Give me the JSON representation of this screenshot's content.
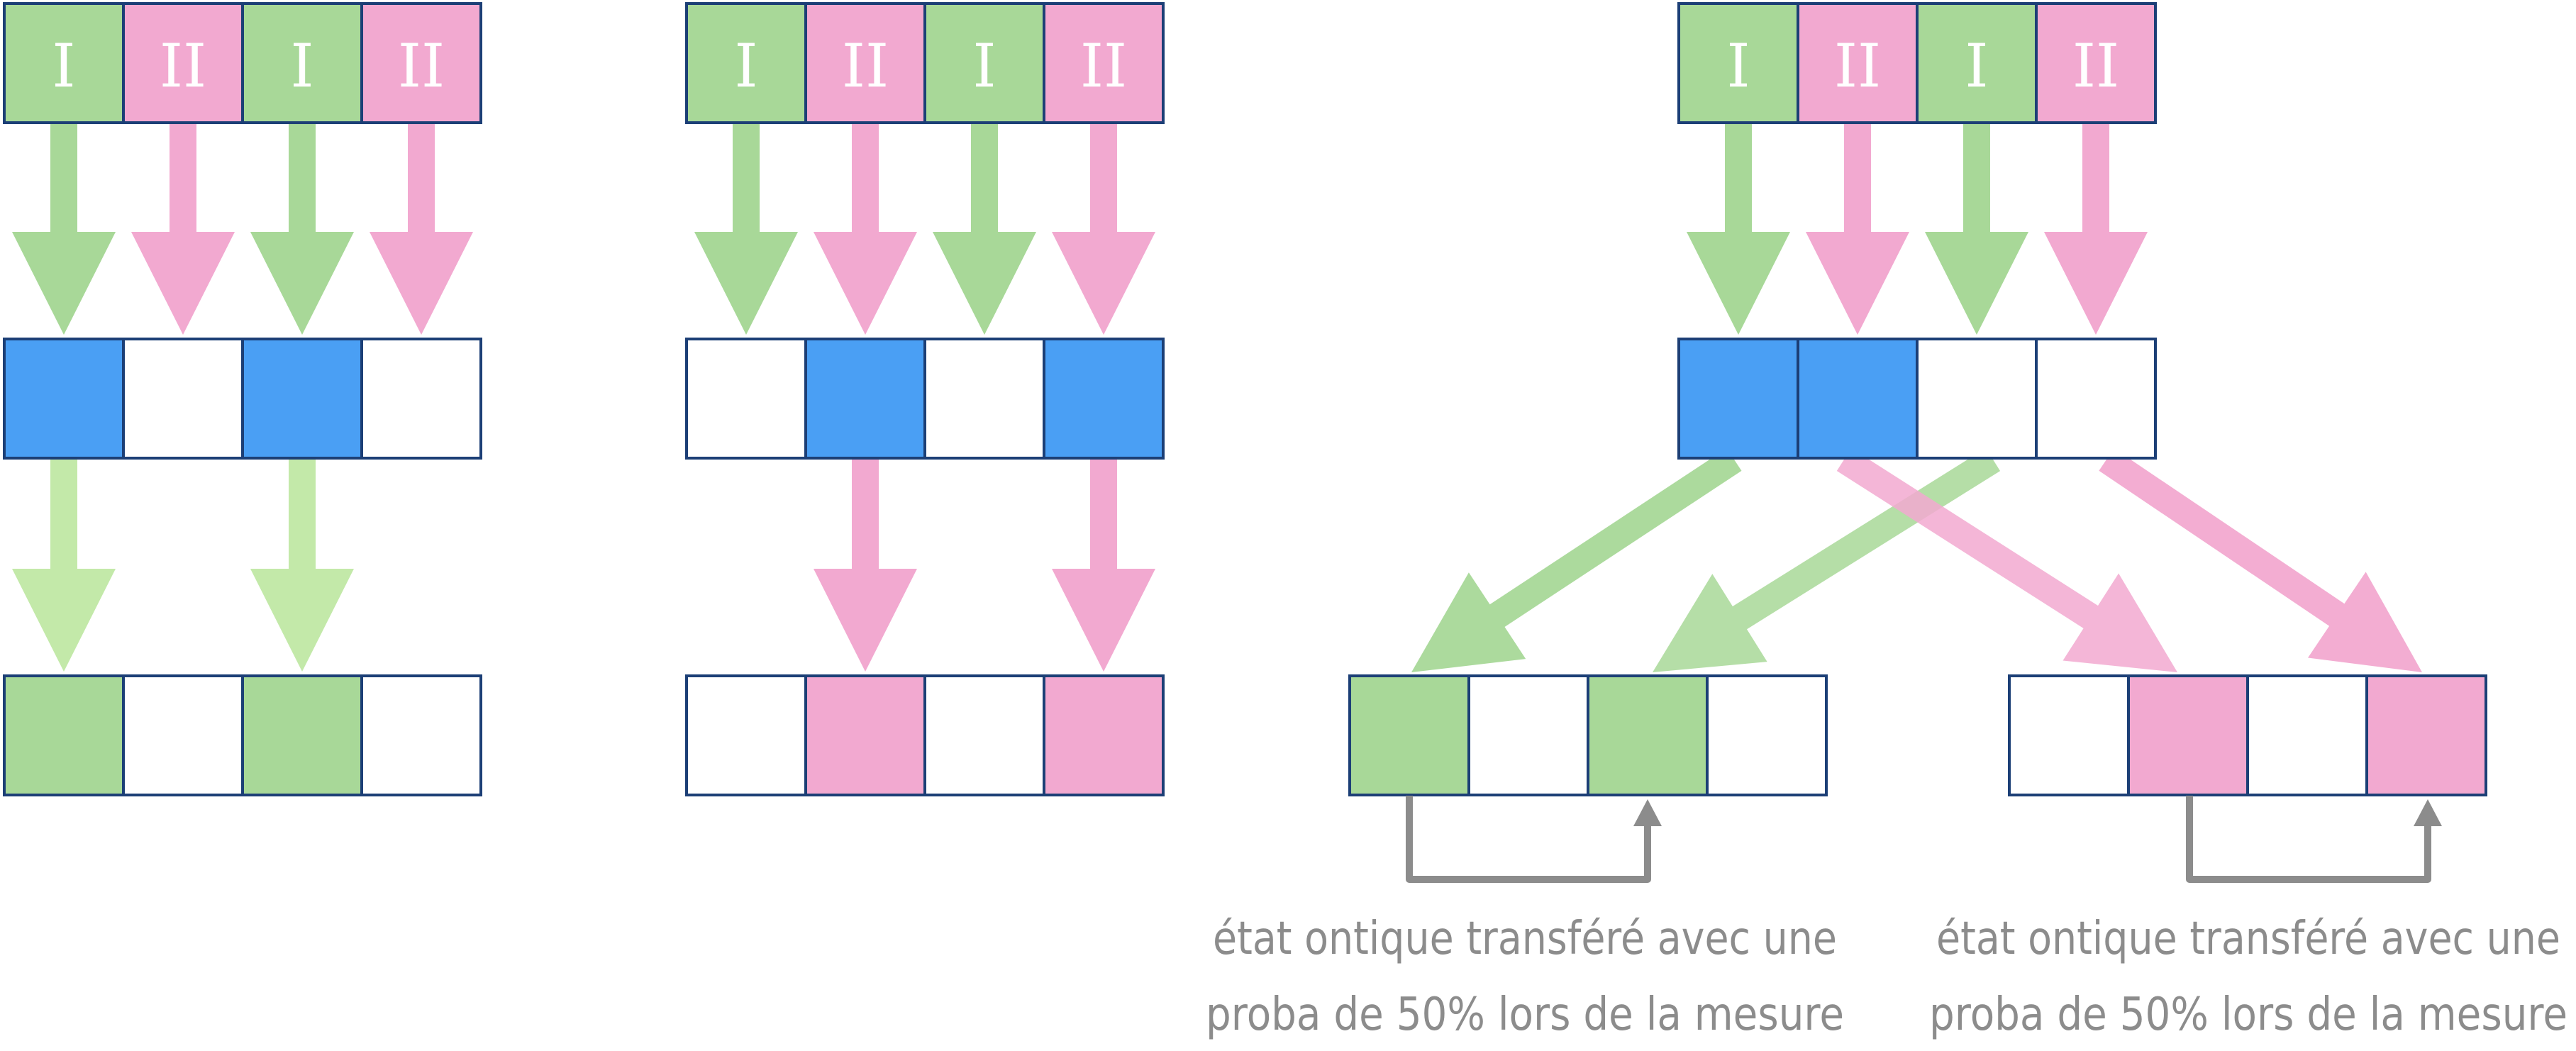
{
  "colors": {
    "green": "#a8d898",
    "light_green": "#c3e9a9",
    "pink": "#f2a9d0",
    "blue": "#4a9ff4",
    "white": "#ffffff",
    "border": "#1c3f76",
    "gray": "#8c8c8c"
  },
  "top_row": {
    "labels": [
      "I",
      "II",
      "I",
      "II"
    ],
    "colors": [
      "green",
      "pink",
      "green",
      "pink"
    ]
  },
  "panels": [
    {
      "name": "panel-left",
      "detector_row": [
        "blue",
        "white",
        "blue",
        "white"
      ],
      "result_row": [
        "green",
        "white",
        "green",
        "white"
      ]
    },
    {
      "name": "panel-middle",
      "detector_row": [
        "white",
        "blue",
        "white",
        "blue"
      ],
      "result_row": [
        "white",
        "pink",
        "white",
        "pink"
      ]
    },
    {
      "name": "panel-right",
      "detector_row": [
        "blue",
        "blue",
        "white",
        "white"
      ],
      "result_rows": [
        [
          "green",
          "white",
          "green",
          "white"
        ],
        [
          "white",
          "pink",
          "white",
          "pink"
        ]
      ]
    }
  ],
  "captions": [
    {
      "line1": "état ontique transféré avec une",
      "line2": "proba de 50% lors de la mesure"
    },
    {
      "line1": "état ontique transféré avec une",
      "line2": "proba de 50% lors de la mesure"
    }
  ]
}
